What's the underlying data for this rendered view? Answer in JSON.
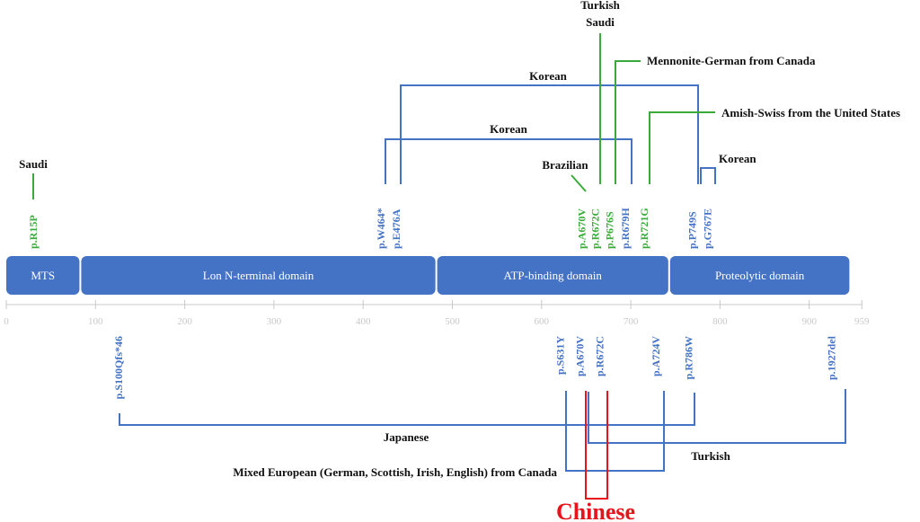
{
  "colors": {
    "blue": "#4472c4",
    "green": "#3aab3a",
    "red": "#e8141b",
    "domain": "#4472c4",
    "axis": "#c8c8c8",
    "text": "#111111"
  },
  "axis": {
    "min": 0,
    "max": 959,
    "ticks": [
      "0",
      "100",
      "200",
      "300",
      "400",
      "500",
      "600",
      "700",
      "800",
      "900",
      "959"
    ]
  },
  "domains": [
    {
      "label": "MTS",
      "start": 0,
      "end": 82
    },
    {
      "label": "Lon N-terminal domain",
      "start": 84,
      "end": 481
    },
    {
      "label": "ATP-binding domain",
      "start": 483,
      "end": 742
    },
    {
      "label": "Proteolytic domain",
      "start": 744,
      "end": 945
    }
  ],
  "top_mutations": [
    {
      "label": "p.R15P",
      "pos": 30,
      "color": "green"
    },
    {
      "label": "p.W464*",
      "pos": 420,
      "color": "blue"
    },
    {
      "label": "p.E476A",
      "pos": 437,
      "color": "blue"
    },
    {
      "label": "p.A670V",
      "pos": 645,
      "color": "green"
    },
    {
      "label": "p.R672C",
      "pos": 660,
      "color": "green"
    },
    {
      "label": "p.P676S",
      "pos": 676,
      "color": "green"
    },
    {
      "label": "p.R679H",
      "pos": 694,
      "color": "blue"
    },
    {
      "label": "p.R721G",
      "pos": 715,
      "color": "green"
    },
    {
      "label": "p.P749S",
      "pos": 769,
      "color": "blue"
    },
    {
      "label": "p.G767E",
      "pos": 786,
      "color": "blue"
    }
  ],
  "bottom_mutations": [
    {
      "label": "p.S100Qfs*46",
      "pos": 126,
      "color": "blue"
    },
    {
      "label": "p.S631Y",
      "pos": 621,
      "color": "blue"
    },
    {
      "label": "p.A670V",
      "pos": 643,
      "color": "blue"
    },
    {
      "label": "p.R672C",
      "pos": 665,
      "color": "blue"
    },
    {
      "label": "p.A724V",
      "pos": 728,
      "color": "blue"
    },
    {
      "label": "p.R786W",
      "pos": 765,
      "color": "blue"
    },
    {
      "label": "p.1927del",
      "pos": 925,
      "color": "blue"
    }
  ],
  "population_labels": {
    "saudi_r15p": "Saudi",
    "korean_w464": "Korean",
    "korean_e476": "Korean",
    "korean_g767": "Korean",
    "brazilian": "Brazilian",
    "turkish_top": "Turkish",
    "saudi_top": "Saudi",
    "mennonite": "Mennonite-German from Canada",
    "amish": "Amish-Swiss from the United States",
    "japanese": "Japanese",
    "turkish_bottom": "Turkish",
    "mixed_european": "Mixed European (German, Scottish, Irish, English) from Canada",
    "chinese": "Chinese"
  }
}
